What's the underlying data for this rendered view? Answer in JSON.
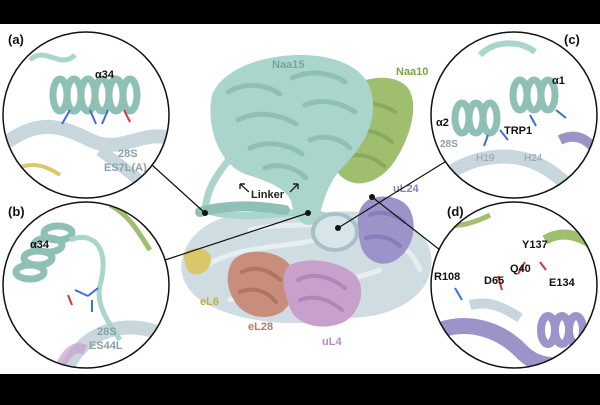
{
  "colors": {
    "background": "#ffffff",
    "letterbox": "#000000",
    "naa15": "#a9d5cc",
    "naa10": "#9fbf6e",
    "uL24": "#9c93c9",
    "uL4": "#c7a0cc",
    "eL28": "#c98d7c",
    "eL6": "#d8c86a",
    "rRNA": "#c7d7dd",
    "label_naa15": "#79a79c",
    "label_naa10": "#7fa04c",
    "label_uL24": "#8780bd",
    "label_uL4": "#b58cc0",
    "label_eL28": "#b77a6a",
    "label_eL6": "#c2ad45",
    "label_rna": "#8aa0aa"
  },
  "main": {
    "labels": {
      "naa15": "Naa15",
      "naa10": "Naa10",
      "linker": "Linker",
      "uL24": "uL24",
      "eL6": "eL6",
      "eL28": "eL28",
      "uL4": "uL4"
    }
  },
  "panels": [
    {
      "letter": "(a)",
      "helix": "α34",
      "rna_line1": "28S",
      "rna_line2": "ES7L(A)"
    },
    {
      "letter": "(b)",
      "helix": "α34",
      "rna_line1": "28S",
      "rna_line2": "ES44L"
    },
    {
      "letter": "(c)",
      "helix1": "α1",
      "helix2": "α2",
      "motif": "TRP1",
      "rna": "28S",
      "h19": "H19",
      "h24": "H24"
    },
    {
      "letter": "(d)",
      "r108": "R108",
      "d65": "D65",
      "q40": "Q40",
      "y137": "Y137",
      "e134": "E134"
    }
  ]
}
